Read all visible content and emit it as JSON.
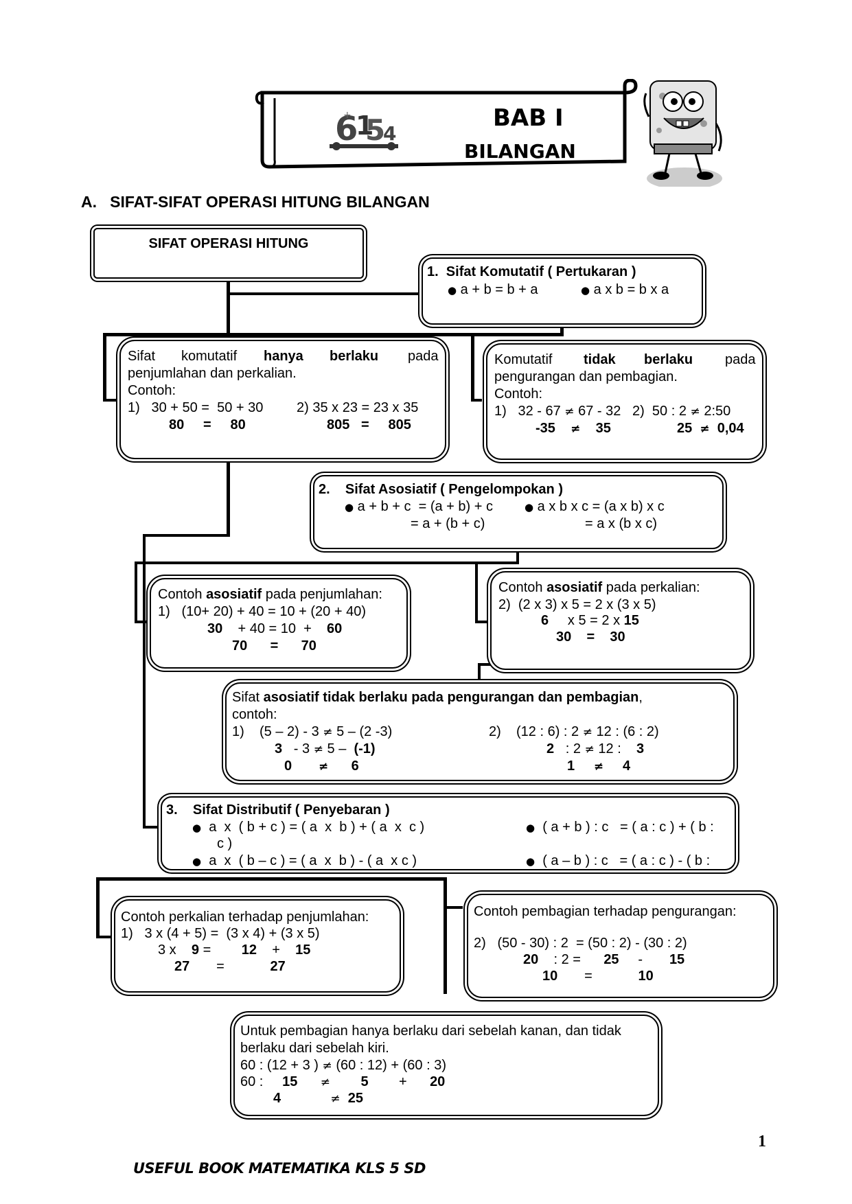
{
  "header": {
    "bab": "BAB I",
    "title": "BILANGAN"
  },
  "section_a": "A.   SIFAT-SIFAT OPERASI HITUNG BILANGAN",
  "root_box": "SIFAT OPERASI HITUNG",
  "komutatif": {
    "title": "1.  Sifat Komutatif ( Pertukaran )",
    "f1": "a + b = b + a",
    "f2": "a x b = b x a"
  },
  "kom_berlaku": {
    "l1a": "Sifat",
    "l1b": "komutatif",
    "l1c": "hanya",
    "l1d": "berlaku",
    "l1e": "pada",
    "l2": "penjumlahan dan perkalian.",
    "l3": "Contoh:",
    "ex1": "1)   30 + 50 =  50 + 30",
    "ex2": "2) 35 x 23 = 23 x 35",
    "r1": "80     =     80",
    "r2": "805   =     805"
  },
  "kom_tidak": {
    "l1a": "Komutatif",
    "l1b": "tidak",
    "l1c": "berlaku",
    "l1d": "pada",
    "l2": "pengurangan dan pembagian.",
    "l3": "Contoh:",
    "ex1a": "1)   32 - 67",
    "ex1b": "67 - 32   2)  50 : 2",
    "ex1c": "2:50",
    "r1a": "-35",
    "r1b": "35",
    "r2a": "25",
    "r2b": "0,04"
  },
  "asosiatif": {
    "title": "2.    Sifat Asosiatif ( Pengelompokan )",
    "f1": "a + b + c  = (a + b) + c",
    "f2": "a x b x c = (a x b) x c",
    "f3": "= a + (b + c)",
    "f4": "= a x (b x c)"
  },
  "aso_jumlah": {
    "l1a": "Contoh ",
    "l1b": "asosiatif",
    "l1c": " pada penjumlahan:",
    "l2": "1)   (10+ 20) + 40 = 10 + (20 + 40)",
    "l3a": "30",
    "l3b": "+ 40 = 10  +",
    "l3c": "60",
    "l4": "70      =      70"
  },
  "aso_kali": {
    "l1a": "Contoh ",
    "l1b": "asosiatif",
    "l1c": " pada perkalian:",
    "l2": "2)  (2 x 3) x 5 = 2 x (3 x 5)",
    "l3a": "6",
    "l3b": "x 5 = 2 x",
    "l3c": "15",
    "l4": "30    =    30"
  },
  "aso_tidak": {
    "l1a": "Sifat ",
    "l1b": "asosiatif tidak berlaku pada pengurangan dan pembagian",
    "l1c": ",",
    "l2": "contoh:",
    "ex1a": "1)    (5 – 2) - 3",
    "ex1b": "5 – (2 -3)",
    "ex2a": "2)    (12 : 6) : 2",
    "ex2b": "12 : (6 : 2)",
    "r1a": "3",
    "r1b": "- 3",
    "r1c": "5 –",
    "r1d": "(-1)",
    "r2a": "2",
    "r2b": ": 2",
    "r2c": "12 :",
    "r2d": "3",
    "s1a": "0",
    "s1b": "6",
    "s2a": "1",
    "s2b": "4"
  },
  "distributif": {
    "title": "3.    Sifat Distributif ( Penyebaran )",
    "f1": "a  x  ( b + c ) = ( a  x  b ) + ( a  x  c )",
    "f1b": "c )",
    "f2": "( a + b ) : c   = ( a : c ) + ( b :",
    "f3": "a  x  ( b – c ) = ( a  x  b ) - ( a  x c )",
    "f4": "( a – b ) : c   = ( a : c ) - ( b :"
  },
  "dist_kali": {
    "l1": "Contoh perkalian terhadap penjumlahan:",
    "l2": "1)   3 x (4 + 5) =  (3 x 4) + (3 x 5)",
    "l3a": "3 x",
    "l3b": "9",
    "l3c": "=",
    "l3d": "12",
    "l3e": "+",
    "l3f": "15",
    "l4a": "27",
    "l4b": "=",
    "l4c": "27"
  },
  "dist_bagi": {
    "l1": "Contoh pembagian terhadap pengurangan:",
    "l2": "2)   (50 - 30) : 2  = (50 : 2) - (30 : 2)",
    "l3a": "20",
    "l3b": ": 2 =",
    "l3c": "25",
    "l3d": "-",
    "l3e": "15",
    "l4a": "10",
    "l4b": "=",
    "l4c": "10"
  },
  "pembagian_note": {
    "l1": "Untuk pembagian hanya berlaku dari sebelah kanan, dan tidak",
    "l2": "berlaku dari sebelah kiri.",
    "l3a": "60 : (12 + 3 )",
    "l3b": "(60 : 12) + (60 : 3)",
    "l4a": "60 :",
    "l4b": "15",
    "l4c": "5",
    "l4d": "+",
    "l4e": "20",
    "l5a": "4",
    "l5b": "25"
  },
  "neq": "≠",
  "bullet": "●",
  "page_number": "1",
  "footer": "USEFUL BOOK MATEMATIKA KLS 5 SD",
  "icons": {
    "logo": "math-numbers-logo-icon",
    "mascot": "cartoon-mascot-icon"
  }
}
